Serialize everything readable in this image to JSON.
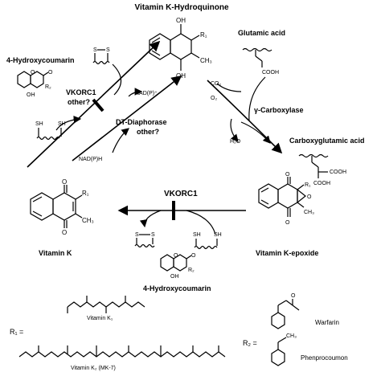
{
  "title": "Vitamin K-Hydroquinone",
  "labels": {
    "hydroquinone": "Vitamin K-Hydroquinone",
    "hydroxycoumarin_top": "4-Hydroxycoumarin",
    "vkorc1_other": "VKORC1",
    "other_q1": "other?",
    "nadp_plus": "NAD(P)⁺",
    "dt_diaphorase": "DT-Diaphorase",
    "other_q2": "other?",
    "nadph": "NAD(P)H",
    "glutamic_acid": "Glutamic acid",
    "co2": "CO₂",
    "o2": "O₂",
    "gamma_carboxylase": "γ-Carboxylase",
    "h2o": "H₂O",
    "carboxyglutamic_acid": "Carboxyglutamic acid",
    "cooh": "COOH",
    "vkorc1_mid": "VKORC1",
    "vitamin_k": "Vitamin K",
    "vitamin_k_epoxide": "Vitamin K-epoxide",
    "hydroxycoumarin_bottom": "4-Hydroxycoumarin",
    "vitamin_k1": "Vitamin K₁",
    "vitamin_k2": "Vitamin K₂ (MK-7)",
    "r1_eq": "R₁ =",
    "r2_eq": "R₂ =",
    "warfarin": "Warfarin",
    "phenprocoumon": "Phenprocoumon",
    "oh": "OH",
    "o": "O",
    "r1": "R₁",
    "r2": "R₂",
    "ch3": "CH₃",
    "sh": "SH",
    "s": "S"
  }
}
